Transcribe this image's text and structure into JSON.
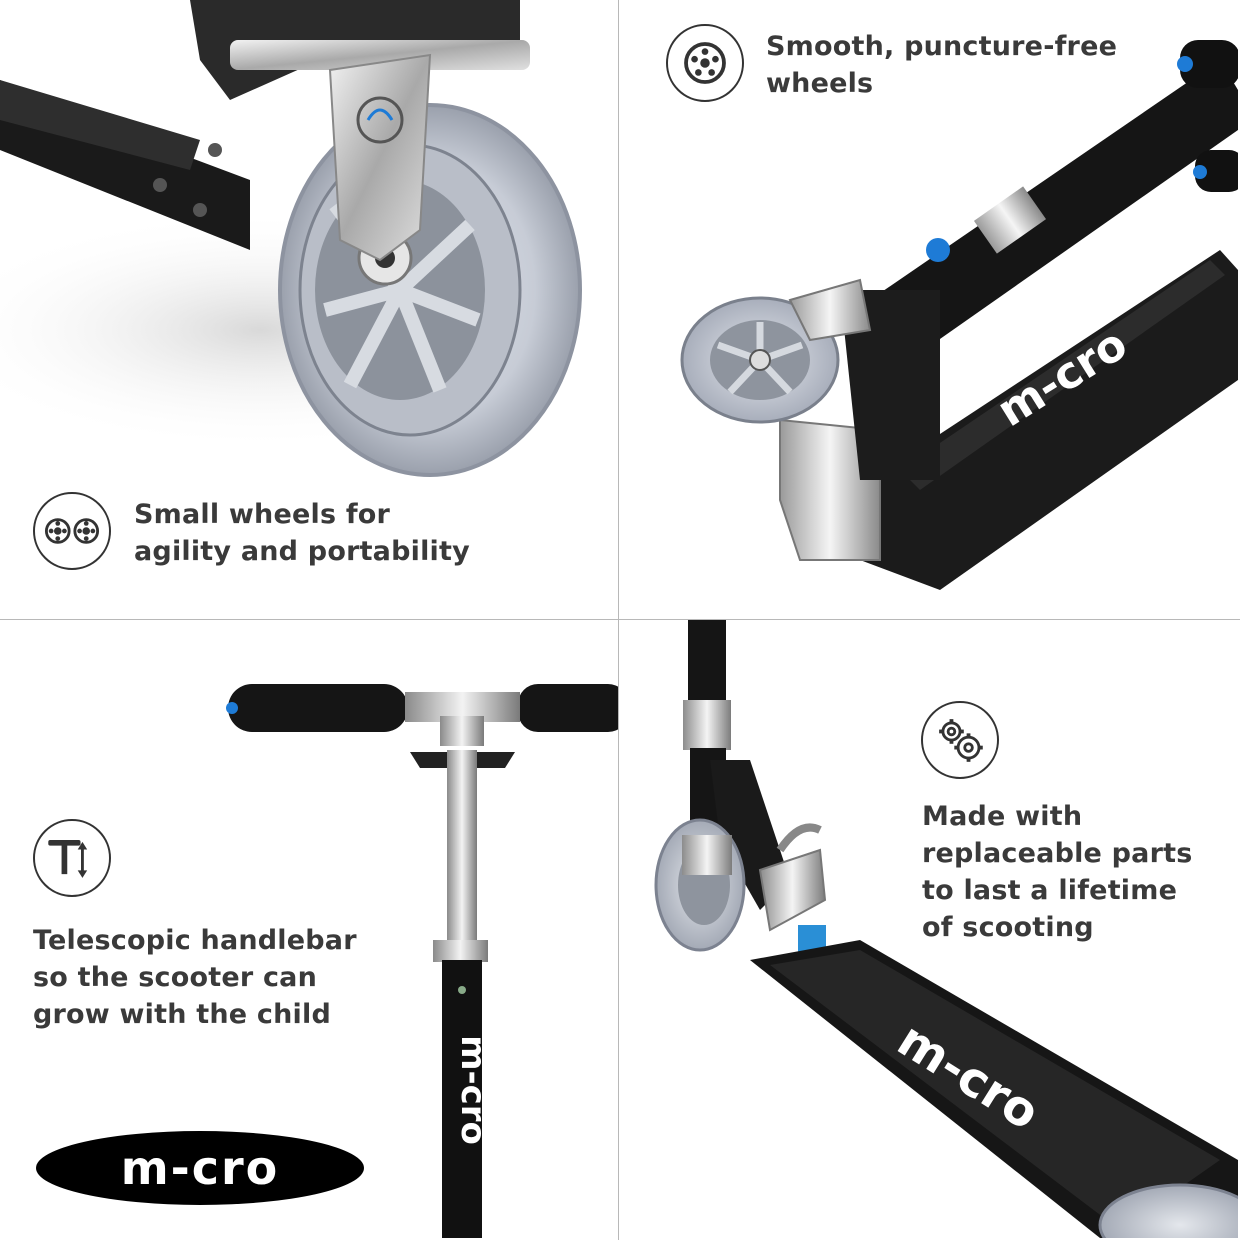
{
  "features": {
    "wheels_small": {
      "icon": "double-wheel-icon",
      "lines": [
        "Small wheels for",
        "agility and portability"
      ]
    },
    "wheels_smooth": {
      "icon": "wheel-icon",
      "lines": [
        "Smooth, puncture-free",
        "wheels"
      ]
    },
    "handlebar": {
      "icon": "telescopic-handlebar-icon",
      "lines": [
        "Telescopic handlebar",
        "so the scooter can",
        "grow with the child"
      ]
    },
    "parts": {
      "icon": "gears-icon",
      "lines": [
        "Made with",
        "replaceable parts",
        "to last a lifetime",
        "of scooting"
      ]
    }
  },
  "brand": {
    "logo_text": "m-cro",
    "accent_color": "#1e7bd6"
  }
}
